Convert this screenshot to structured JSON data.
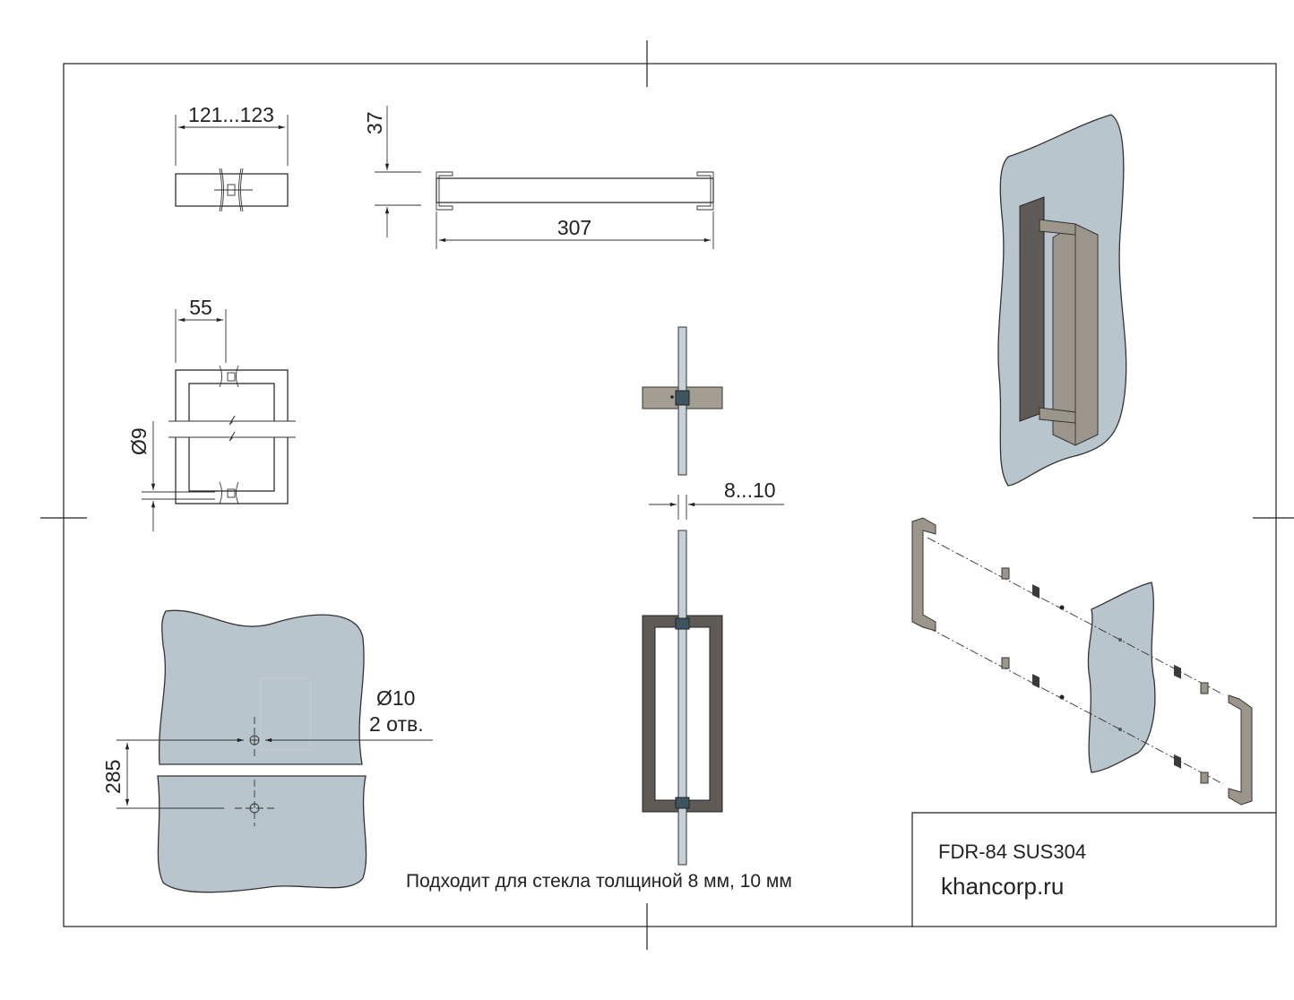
{
  "dimensions": {
    "width_range": "121...123",
    "height_37": "37",
    "length_307": "307",
    "depth_55": "55",
    "rod_diameter": "Ø9",
    "glass_thickness": "8...10",
    "hole_diameter": "Ø10",
    "hole_count": "2 отв.",
    "hole_spacing": "285"
  },
  "note": "Подходит для стекла толщиной 8 мм, 10 мм",
  "title_block": {
    "model": "FDR-84 SUS304",
    "website": "khancorp.ru"
  },
  "colors": {
    "glass": "#b9c5cd",
    "steel": "#9c958b",
    "dark_steel": "#5f5a55"
  }
}
